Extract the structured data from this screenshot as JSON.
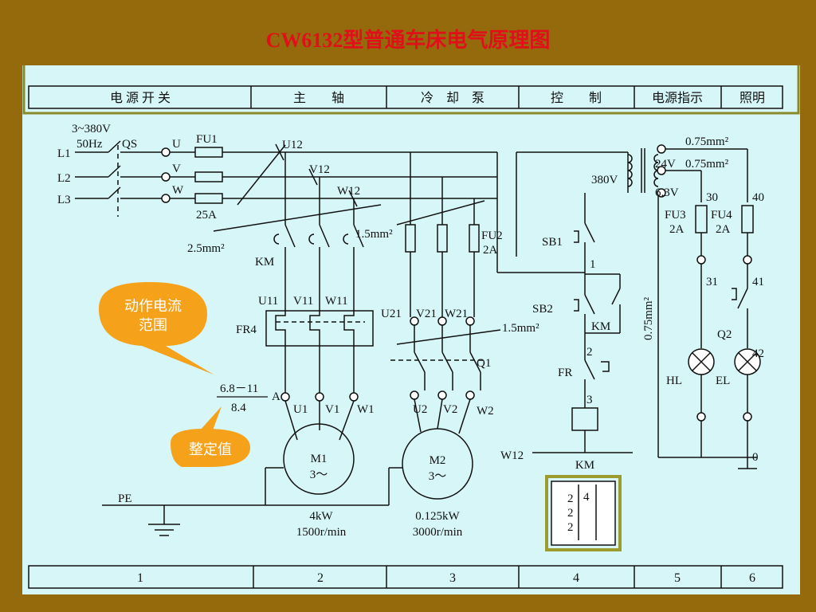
{
  "title": "CW6132型普通车床电气原理图",
  "header_cells": [
    "电 源 开 关",
    "主　　轴",
    "冷　却　泵",
    "控　　制",
    "电源指示",
    "照明"
  ],
  "footer_cells": [
    "1",
    "2",
    "3",
    "4",
    "5",
    "6"
  ],
  "supply": {
    "voltage": "3~380V",
    "freq": "50Hz",
    "lines": [
      "L1",
      "L2",
      "L3"
    ],
    "switch": "QS",
    "phases": [
      "U",
      "V",
      "W"
    ]
  },
  "fuse1": {
    "name": "FU1",
    "rating": "25A"
  },
  "main_wires": {
    "u": "U12",
    "v": "V12",
    "w": "W12",
    "cross_section_a": "2.5mm²",
    "cross_section_b": "1.5mm²"
  },
  "contactor": "KM",
  "relay": {
    "name": "FR4",
    "terms_in": [
      "U11",
      "V11",
      "W11"
    ]
  },
  "coolant": {
    "terms": [
      "U21",
      "V21",
      "W21"
    ],
    "fuse": "FU2",
    "fuse_rating": "2A",
    "wire": "1.5mm²",
    "switch": "Q1"
  },
  "setting": {
    "numerator": "6.8－11",
    "denominator": "8.4",
    "unit": "A"
  },
  "motor1": {
    "terms": [
      "U1",
      "V1",
      "W1"
    ],
    "name": "M1",
    "phase": "3～",
    "power": "4kW",
    "speed": "1500r/min"
  },
  "motor2": {
    "terms": [
      "U2",
      "V2",
      "W2"
    ],
    "name": "M2",
    "phase": "3～",
    "power": "0.125kW",
    "speed": "3000r/min"
  },
  "ground": "PE",
  "control": {
    "voltage": "380V",
    "sb1": "SB1",
    "sb2": "SB2",
    "km": "KM",
    "fr": "FR",
    "w12": "W12",
    "coil": "KM",
    "nodes": [
      "1",
      "2",
      "3"
    ],
    "contact_table": {
      "col1": [
        "2",
        "2",
        "2"
      ],
      "col2": [
        "4"
      ]
    }
  },
  "transformer": {
    "out1": "24V",
    "out2": "6.3V",
    "wire1": "0.75mm²",
    "wire2": "0.75mm²",
    "wire3": "0.75mm²"
  },
  "indicator": {
    "fuse": "FU3",
    "rating": "2A",
    "node_top": "30",
    "node_mid": "31",
    "lamp": "HL"
  },
  "lighting": {
    "fuse": "FU4",
    "rating": "2A",
    "node_top": "40",
    "node_mid": "41",
    "switch": "Q2",
    "node_low": "42",
    "lamp": "EL",
    "node_bottom": "0"
  },
  "callouts": {
    "range": [
      "动作电流",
      "范围"
    ],
    "setting": "整定值"
  },
  "colors": {
    "background": "#946a0c",
    "paper": "#d6f6f8",
    "title": "#e0101a",
    "callout": "#f5a21a"
  }
}
